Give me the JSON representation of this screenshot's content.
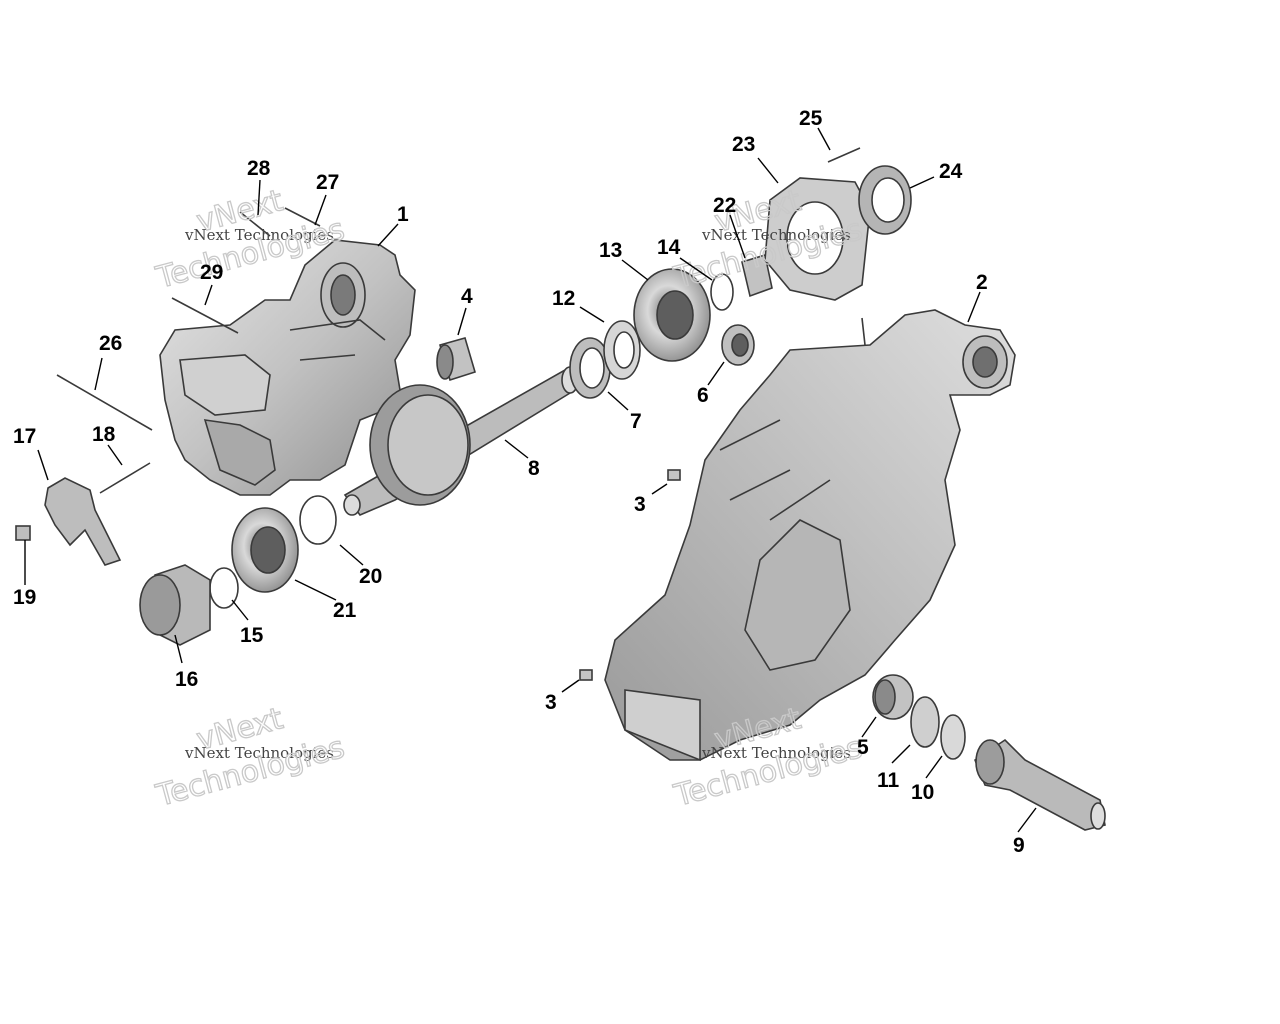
{
  "diagram": {
    "callouts": [
      "1",
      "2",
      "3",
      "3",
      "4",
      "5",
      "6",
      "7",
      "8",
      "9",
      "10",
      "11",
      "12",
      "13",
      "14",
      "15",
      "16",
      "17",
      "18",
      "19",
      "20",
      "21",
      "22",
      "23",
      "24",
      "25",
      "26",
      "27",
      "28",
      "29"
    ],
    "watermark_line1": "vNext",
    "watermark_line2": "vNext Technologies",
    "watermark_line3": "Technologies"
  }
}
